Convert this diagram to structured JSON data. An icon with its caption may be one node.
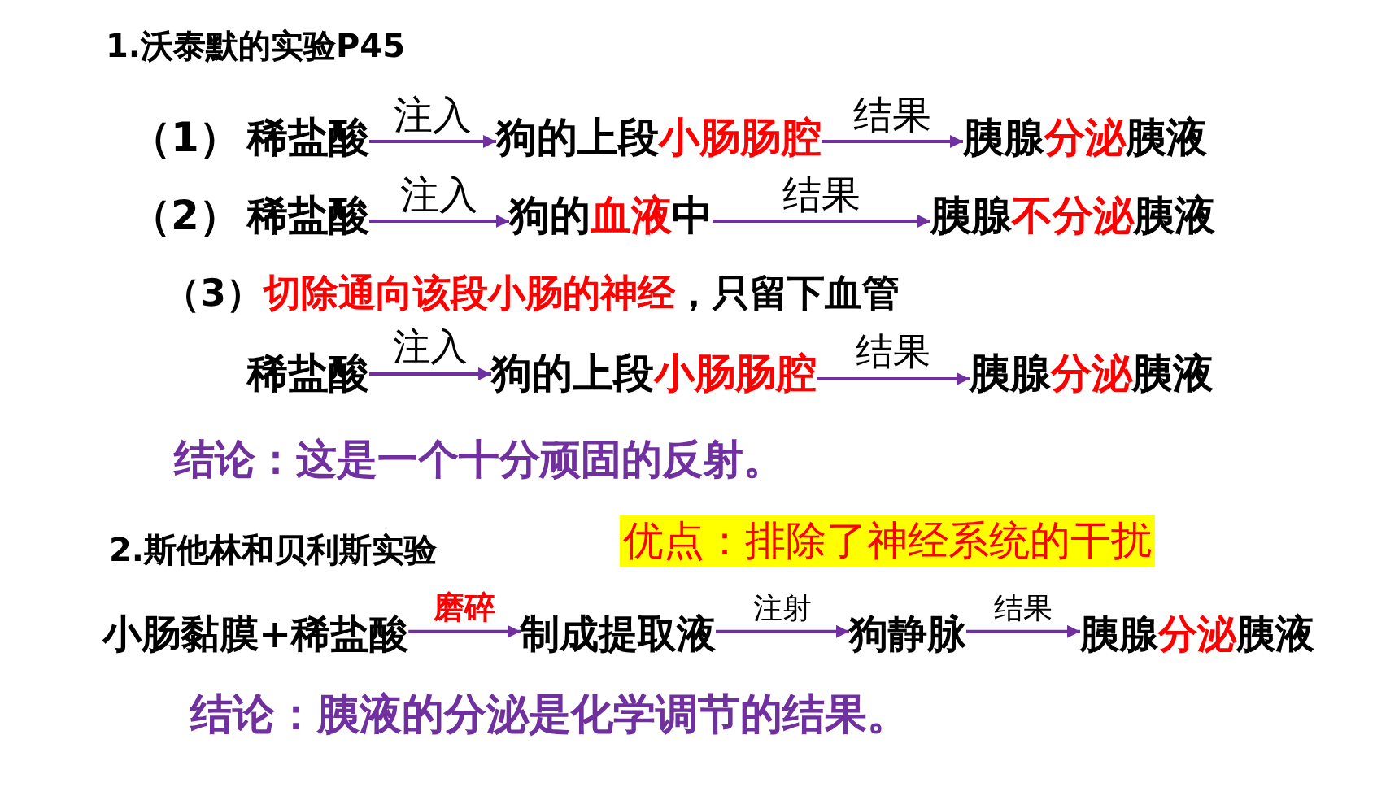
{
  "diagram": {
    "nodes": [
      {
        "text": [
          "稀盐酸"
        ]
      },
      {
        "text": [
          "狗的上段",
          "小肠肠腔"
        ]
      },
      {
        "text": [
          "胰腺",
          "分泌",
          "胰液"
        ]
      },
      {
        "text": [
          "稀盐酸"
        ]
      },
      {
        "text": [
          "狗的",
          "血液",
          "中"
        ]
      },
      {
        "text": [
          "胰腺",
          "不分泌",
          "胰液"
        ]
      },
      {
        "text": [
          "稀盐酸"
        ]
      },
      {
        "text": [
          "狗的上段",
          "小肠肠腔"
        ]
      },
      {
        "text": [
          "胰腺",
          "分泌",
          "胰液"
        ]
      },
      {
        "text": [
          "优点：排除了神经系统的干扰"
        ]
      },
      {
        "text": [
          "小肠黏膜+稀盐酸"
        ]
      },
      {
        "text": [
          "制成提取液"
        ]
      },
      {
        "text": [
          "狗静脉"
        ]
      },
      {
        "text": [
          "胰腺",
          "分泌",
          "胰液"
        ]
      }
    ],
    "edges": [
      {
        "from": 0,
        "to": 1,
        "arrow": "to",
        "label": "注入"
      },
      {
        "from": 1,
        "to": 2,
        "arrow": "to",
        "label": "结果"
      },
      {
        "from": 3,
        "to": 4,
        "arrow": "to",
        "label": "注入"
      },
      {
        "from": 4,
        "to": 5,
        "arrow": "to",
        "label": "结果"
      },
      {
        "from": 6,
        "to": 7,
        "arrow": "to",
        "label": "注入"
      },
      {
        "from": 7,
        "to": 8,
        "arrow": "to",
        "label": "结果"
      },
      {
        "from": 10,
        "to": 11,
        "arrow": "to",
        "label": "磨碎"
      },
      {
        "from": 11,
        "to": 12,
        "arrow": "to",
        "label": "注射"
      },
      {
        "from": 12,
        "to": 13,
        "arrow": "to",
        "label": "结果"
      }
    ],
    "labels": [
      "1.沃泰默的实验P45",
      "（1）",
      "（2）",
      "（3）",
      "切除通向该段小肠的神经",
      "，只留下血管",
      "结论：这是一个十分顽固的反射。",
      "2.斯他林和贝利斯实验",
      "结论：胰液的分泌是化学调节的结果。"
    ]
  }
}
